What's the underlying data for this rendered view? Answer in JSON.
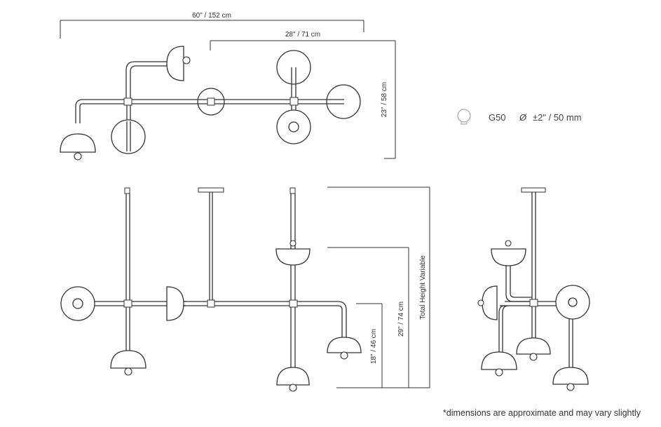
{
  "dimensions": {
    "width_total": "60\" / 152 cm",
    "width_partial": "28\"  / 71 cm",
    "depth": "23\" / 58 cm",
    "height_low": "18\" / 46 cm",
    "height_mid": "29\" / 74 cm",
    "height_total": "Total Height Variable"
  },
  "legend": {
    "bulb_model": "G50",
    "diameter_symbol": "Ø",
    "bulb_diameter": "±2\" / 50 mm"
  },
  "footnote": "*dimensions are approximate and may vary slightly"
}
